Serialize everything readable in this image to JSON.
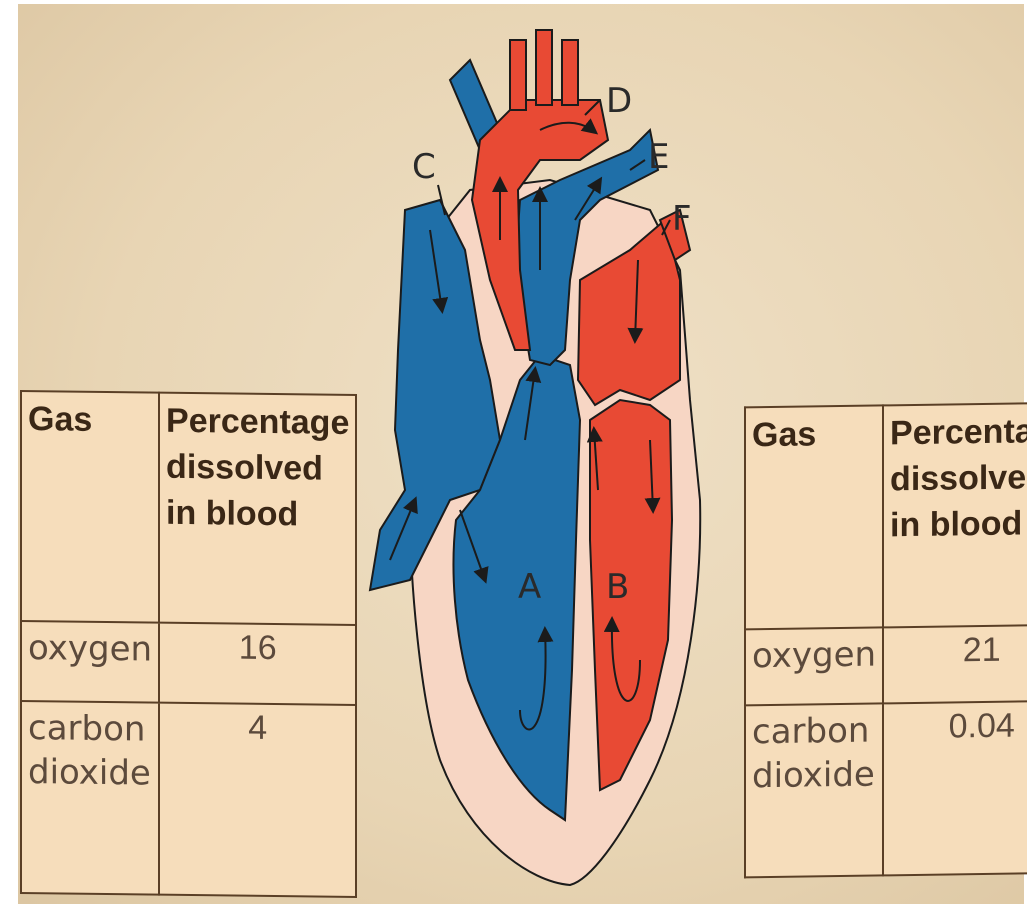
{
  "heart_labels": {
    "a": "A",
    "b": "B",
    "c": "C",
    "d": "D",
    "e": "E",
    "f": "F"
  },
  "table_left": {
    "header_gas": "Gas",
    "header_percentage": "Percentage dissolved in blood",
    "rows": [
      {
        "gas": "oxygen",
        "value": "16"
      },
      {
        "gas": "carbon dioxide",
        "value": "4"
      }
    ]
  },
  "table_right": {
    "header_gas": "Gas",
    "header_percentage": "Percentage dissolved in blood",
    "rows": [
      {
        "gas": "oxygen",
        "value": "21"
      },
      {
        "gas": "carbon dioxide",
        "value": "0.04"
      }
    ]
  },
  "colors": {
    "deoxygenated": "#1f6fa8",
    "oxygenated": "#e84a34",
    "wall": "#f7d6c4"
  }
}
